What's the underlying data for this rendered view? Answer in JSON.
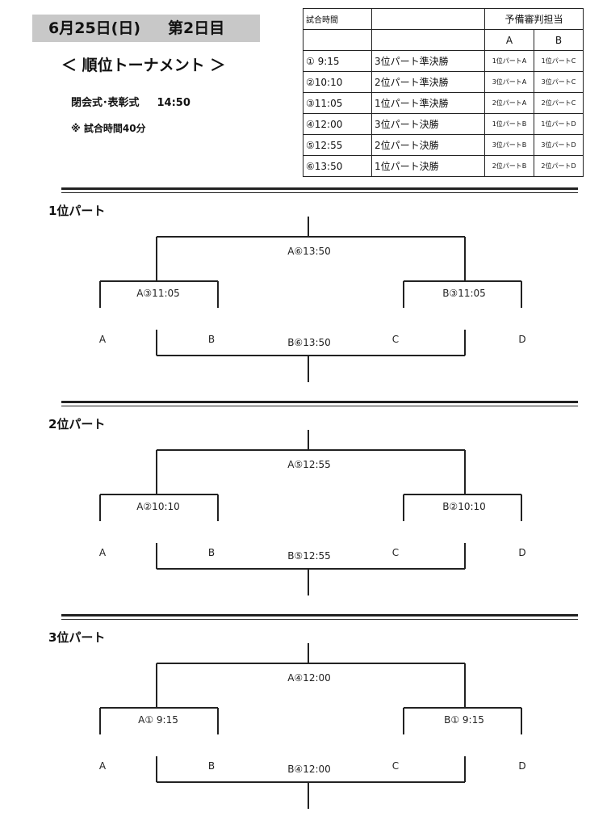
{
  "header": {
    "date": "6月25日(日)",
    "day": "第2日目",
    "title": "＜ 順位トーナメント ＞",
    "ceremony_label": "閉会式･表彰式",
    "ceremony_time": "14:50",
    "note": "※ 試合時間40分"
  },
  "schedule": {
    "h_time": "試合時間",
    "h_ref": "予備審判担当",
    "h_a": "A",
    "h_b": "B",
    "rows": [
      {
        "time": "① 9:15",
        "match": "3位パート準決勝",
        "a": "1位パートA",
        "b": "1位パートC"
      },
      {
        "time": "②10:10",
        "match": "2位パート準決勝",
        "a": "3位パートA",
        "b": "3位パートC"
      },
      {
        "time": "③11:05",
        "match": "1位パート準決勝",
        "a": "2位パートA",
        "b": "2位パートC"
      },
      {
        "time": "④12:00",
        "match": "3位パート決勝",
        "a": "1位パートB",
        "b": "1位パートD"
      },
      {
        "time": "⑤12:55",
        "match": "2位パート決勝",
        "a": "3位パートB",
        "b": "3位パートD"
      },
      {
        "time": "⑥13:50",
        "match": "1位パート決勝",
        "a": "2位パートB",
        "b": "2位パートD"
      }
    ]
  },
  "brackets": [
    {
      "title": "1位パート",
      "final": "A⑥13:50",
      "third": "B⑥13:50",
      "semi_a": "A③11:05",
      "semi_b": "B③11:05",
      "teams": [
        "A",
        "B",
        "C",
        "D"
      ]
    },
    {
      "title": "2位パート",
      "final": "A⑤12:55",
      "third": "B⑤12:55",
      "semi_a": "A②10:10",
      "semi_b": "B②10:10",
      "teams": [
        "A",
        "B",
        "C",
        "D"
      ]
    },
    {
      "title": "3位パート",
      "final": "A④12:00",
      "third": "B④12:00",
      "semi_a": "A① 9:15",
      "semi_b": "B① 9:15",
      "teams": [
        "A",
        "B",
        "C",
        "D"
      ]
    }
  ]
}
